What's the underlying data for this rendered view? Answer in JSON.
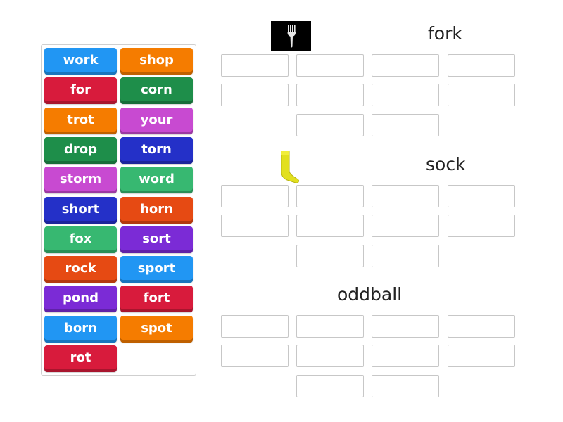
{
  "colors": {
    "blue": "#2196f3",
    "orange": "#f57c00",
    "red": "#d81b3c",
    "dark_green": "#1e8e4a",
    "magenta": "#c84ad1",
    "indigo": "#2430c8",
    "teal": "#37b871",
    "violet": "#7b2bd6",
    "vermilion": "#e64a13"
  },
  "tiles": [
    {
      "label": "work",
      "color": "#2196f3"
    },
    {
      "label": "shop",
      "color": "#f57c00"
    },
    {
      "label": "for",
      "color": "#d81b3c"
    },
    {
      "label": "corn",
      "color": "#1e8e4a"
    },
    {
      "label": "trot",
      "color": "#f57c00"
    },
    {
      "label": "your",
      "color": "#c84ad1"
    },
    {
      "label": "drop",
      "color": "#1e8e4a"
    },
    {
      "label": "torn",
      "color": "#2430c8"
    },
    {
      "label": "storm",
      "color": "#c84ad1"
    },
    {
      "label": "word",
      "color": "#37b871"
    },
    {
      "label": "short",
      "color": "#2430c8"
    },
    {
      "label": "horn",
      "color": "#e64a13"
    },
    {
      "label": "fox",
      "color": "#37b871"
    },
    {
      "label": "sort",
      "color": "#7b2bd6"
    },
    {
      "label": "rock",
      "color": "#e64a13"
    },
    {
      "label": "sport",
      "color": "#2196f3"
    },
    {
      "label": "pond",
      "color": "#7b2bd6"
    },
    {
      "label": "fort",
      "color": "#d81b3c"
    },
    {
      "label": "born",
      "color": "#2196f3"
    },
    {
      "label": "spot",
      "color": "#f57c00"
    },
    {
      "label": "rot",
      "color": "#d81b3c"
    }
  ],
  "groups": [
    {
      "title": "fork",
      "icon": "fork-icon",
      "slot_count": 10
    },
    {
      "title": "sock",
      "icon": "sock-icon",
      "slot_count": 10
    },
    {
      "title": "oddball",
      "icon": "",
      "slot_count": 10
    }
  ]
}
